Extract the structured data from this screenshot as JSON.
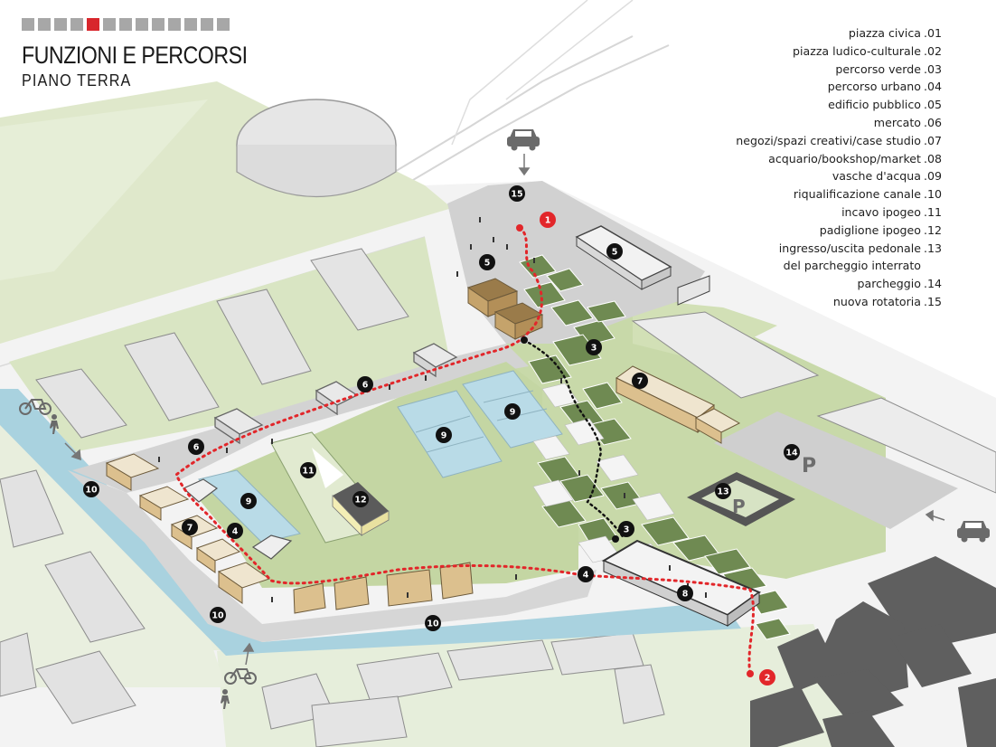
{
  "header": {
    "title": "FUNZIONI E PERCORSI",
    "subtitle": "PIANO TERRA",
    "progress": {
      "total": 13,
      "active_index": 4,
      "active_color": "#d8262c",
      "inactive_color": "#a7a7a7"
    }
  },
  "legend": {
    "items": [
      {
        "label": "piazza civica",
        "number": ".01"
      },
      {
        "label": "piazza ludico-culturale",
        "number": ".02"
      },
      {
        "label": "percorso verde",
        "number": ".03"
      },
      {
        "label": "percorso urbano",
        "number": ".04"
      },
      {
        "label": "edificio pubblico",
        "number": ".05"
      },
      {
        "label": "mercato",
        "number": ".06"
      },
      {
        "label": "negozi/spazi creativi/case studio",
        "number": ".07"
      },
      {
        "label": "acquario/bookshop/market",
        "number": ".08"
      },
      {
        "label": "vasche d'acqua",
        "number": ".09"
      },
      {
        "label": "riqualificazione canale",
        "number": ".10"
      },
      {
        "label": "incavo ipogeo",
        "number": ".11"
      },
      {
        "label": "padiglione ipogeo",
        "number": ".12"
      },
      {
        "label": "ingresso/uscita pedonale",
        "number": ".13"
      },
      {
        "label": "del parcheggio interrato",
        "number": ""
      },
      {
        "label": "parcheggio",
        "number": ".14"
      },
      {
        "label": "nuova rotatoria",
        "number": ".15"
      }
    ]
  },
  "map": {
    "markers": [
      {
        "id": "m15",
        "label": "15",
        "style": "black"
      },
      {
        "id": "m1",
        "label": "1",
        "style": "red"
      },
      {
        "id": "m5a",
        "label": "5",
        "style": "black"
      },
      {
        "id": "m5b",
        "label": "5",
        "style": "black"
      },
      {
        "id": "m3a",
        "label": "3",
        "style": "black"
      },
      {
        "id": "m6a",
        "label": "6",
        "style": "black"
      },
      {
        "id": "m7a",
        "label": "7",
        "style": "black"
      },
      {
        "id": "m9a",
        "label": "9",
        "style": "black"
      },
      {
        "id": "m9b",
        "label": "9",
        "style": "black"
      },
      {
        "id": "m14",
        "label": "14",
        "style": "black"
      },
      {
        "id": "m6b",
        "label": "6",
        "style": "black"
      },
      {
        "id": "m11",
        "label": "11",
        "style": "black"
      },
      {
        "id": "m10a",
        "label": "10",
        "style": "black"
      },
      {
        "id": "m9c",
        "label": "9",
        "style": "black"
      },
      {
        "id": "m12",
        "label": "12",
        "style": "black"
      },
      {
        "id": "m13",
        "label": "13",
        "style": "black"
      },
      {
        "id": "m7b",
        "label": "7",
        "style": "black"
      },
      {
        "id": "m4a",
        "label": "4",
        "style": "black"
      },
      {
        "id": "m3b",
        "label": "3",
        "style": "black"
      },
      {
        "id": "m4b",
        "label": "4",
        "style": "black"
      },
      {
        "id": "m8",
        "label": "8",
        "style": "black"
      },
      {
        "id": "m10b",
        "label": "10",
        "style": "black"
      },
      {
        "id": "m10c",
        "label": "10",
        "style": "black"
      },
      {
        "id": "m2",
        "label": "2",
        "style": "red"
      }
    ],
    "parking_signs": [
      "P",
      "P"
    ],
    "icons": [
      "car-icon",
      "car-icon",
      "bicycle-icon",
      "pedestrian-icon",
      "bicycle-icon",
      "pedestrian-icon"
    ],
    "colors": {
      "lawn": "#c9d9ad",
      "lawn_light": "#dde7c8",
      "plaza": "#d1d1d1",
      "water": "#a9d2df",
      "pool": "#b9dbe7",
      "building_wall": "#dcc08e",
      "building_roof": "#efe5cf",
      "dark_building": "#5f5f5f",
      "path_red": "#e2262a",
      "path_black": "#111111"
    }
  }
}
